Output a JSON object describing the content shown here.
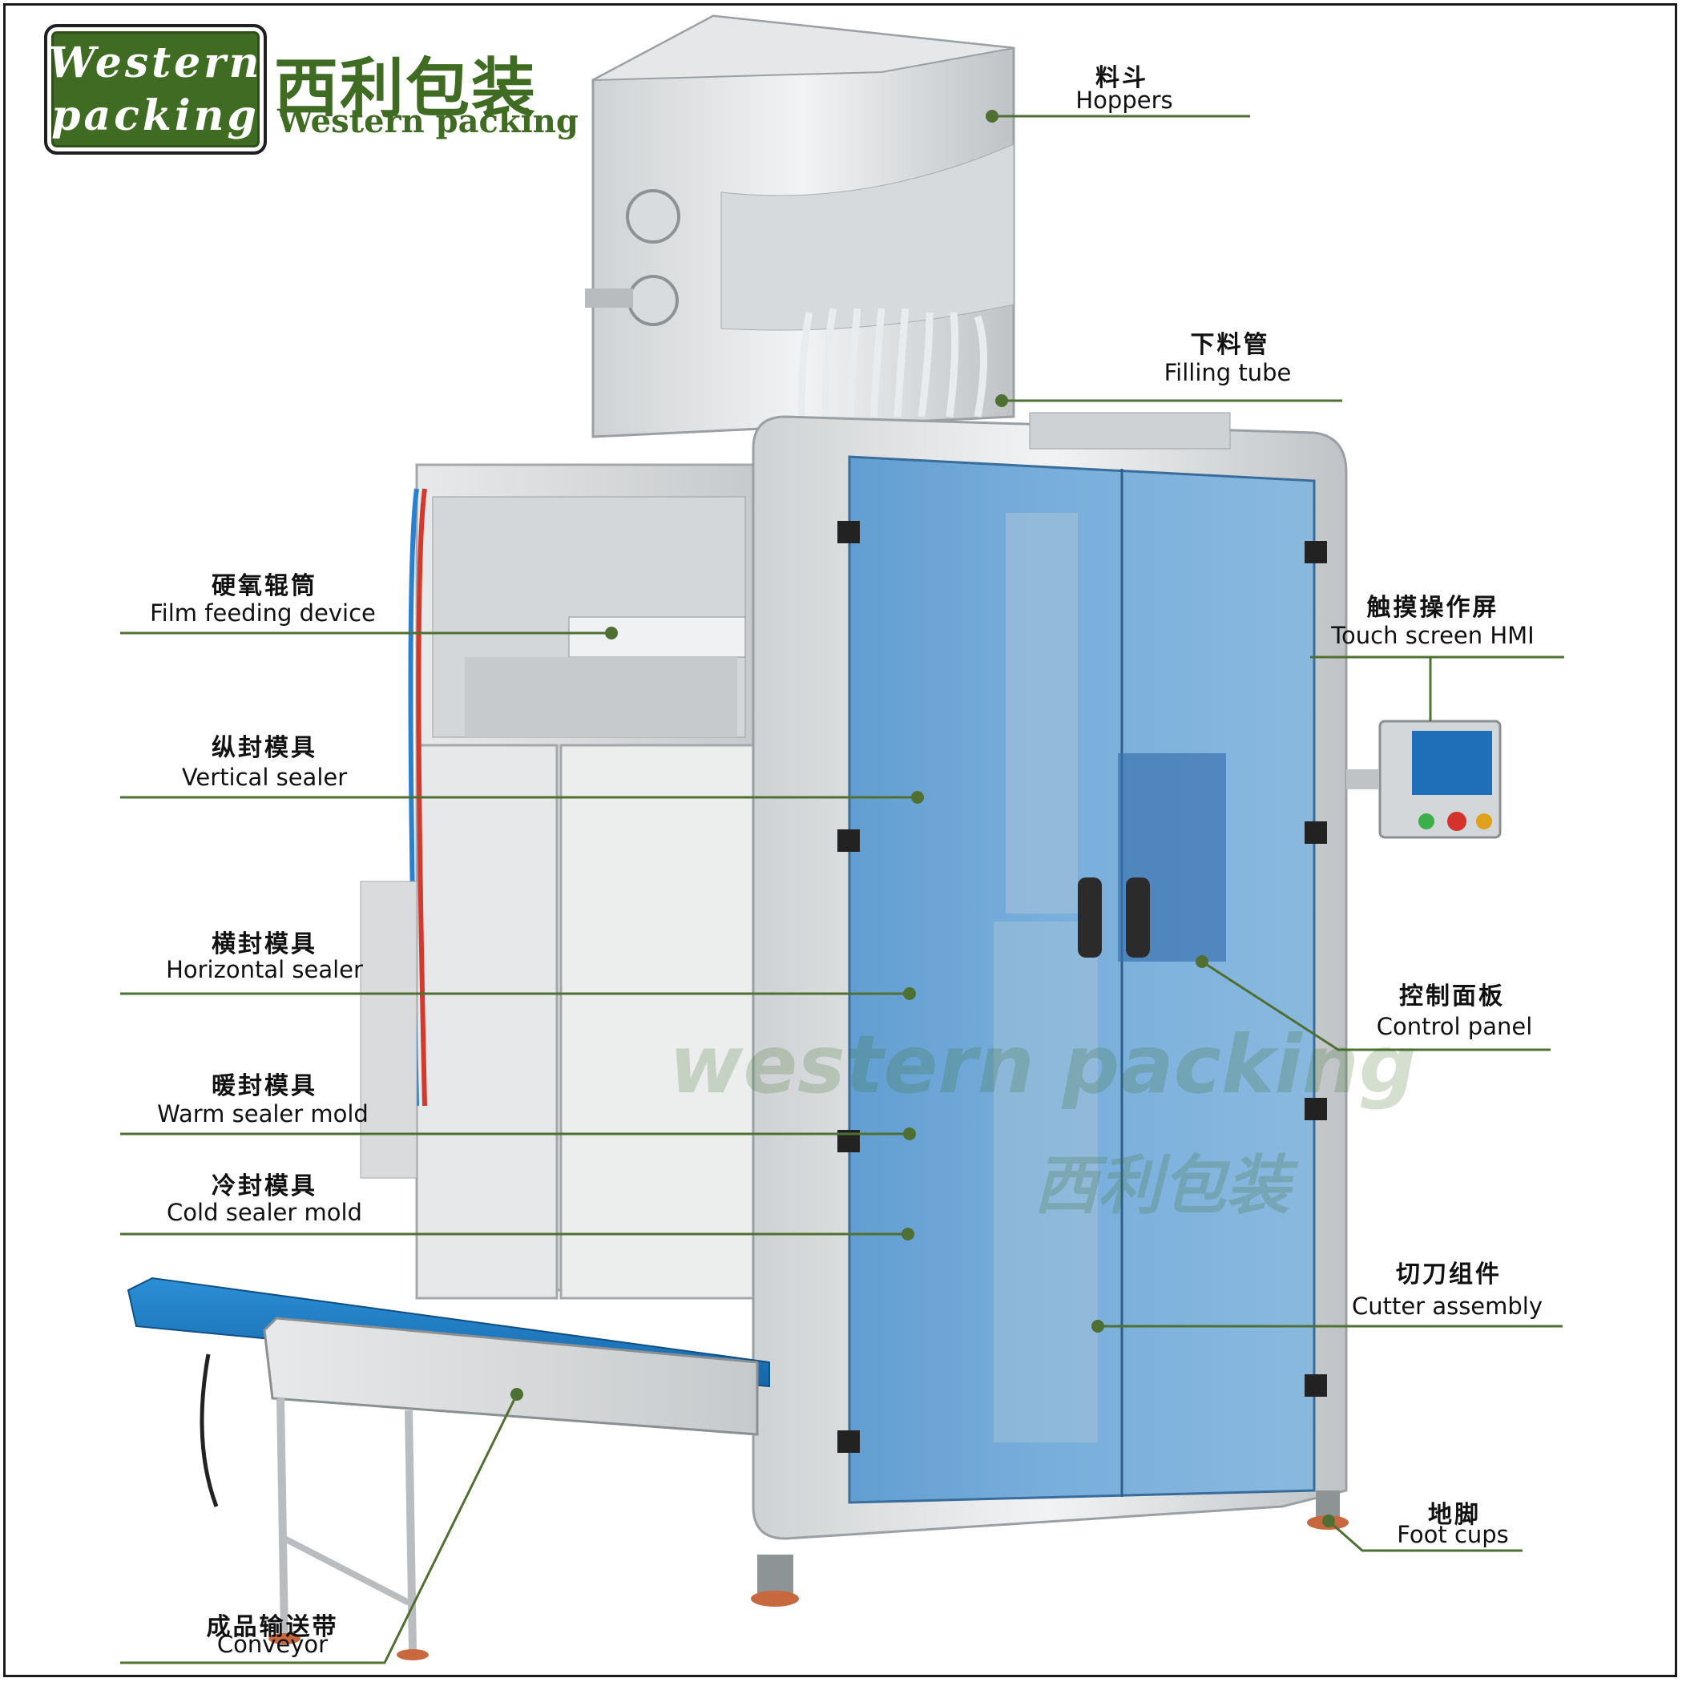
{
  "logo": {
    "line1": "Western",
    "line2": "packing",
    "cn": "西利包装",
    "en": "Western packing"
  },
  "watermark": {
    "en": "western packing",
    "cn": "西利包装"
  },
  "labels": [
    {
      "id": "hoppers",
      "cn": "料斗",
      "en": "Hoppers"
    },
    {
      "id": "filling-tube",
      "cn": "下料管",
      "en": "Filling tube"
    },
    {
      "id": "film-feeding",
      "cn": "硬氧辊筒",
      "en": "Film feeding device"
    },
    {
      "id": "touch-screen",
      "cn": "触摸操作屏",
      "en": "Touch screen HMI"
    },
    {
      "id": "vertical-sealer",
      "cn": "纵封模具",
      "en": "Vertical sealer"
    },
    {
      "id": "horizontal-sealer",
      "cn": "横封模具",
      "en": "Horizontal sealer"
    },
    {
      "id": "control-panel",
      "cn": "控制面板",
      "en": "Control panel"
    },
    {
      "id": "warm-sealer",
      "cn": "暖封模具",
      "en": "Warm sealer mold"
    },
    {
      "id": "cold-sealer",
      "cn": "冷封模具",
      "en": "Cold sealer mold"
    },
    {
      "id": "cutter",
      "cn": "切刀组件",
      "en": "Cutter assembly"
    },
    {
      "id": "foot-cups",
      "cn": "地脚",
      "en": "Foot cups"
    },
    {
      "id": "conveyor",
      "cn": "成品输送带",
      "en": "Conveyor"
    }
  ],
  "colors": {
    "brand": "#3f6b22",
    "leader": "#4f6f33",
    "glass": "#5b9fd6"
  }
}
